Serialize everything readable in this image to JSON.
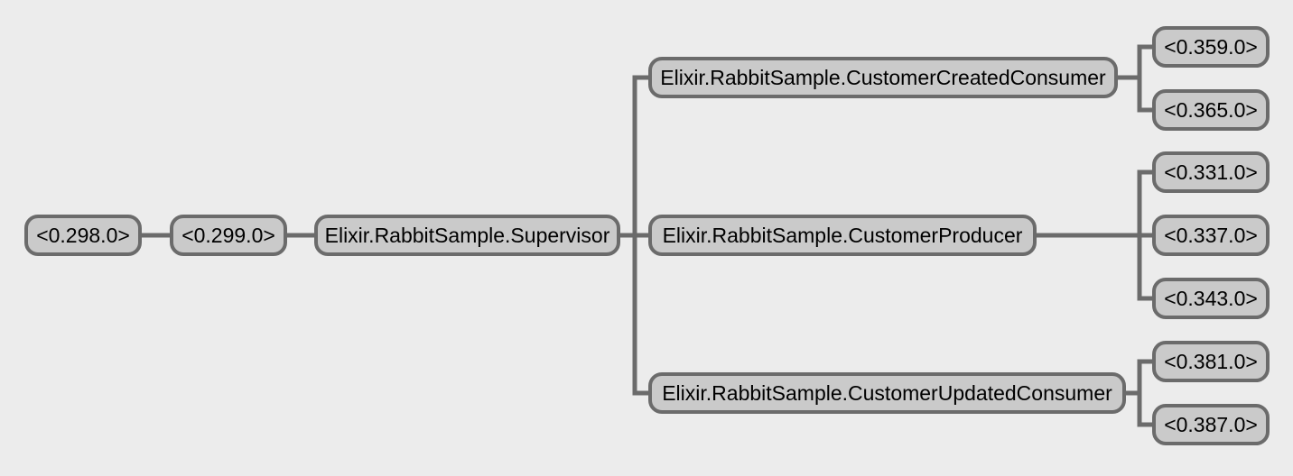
{
  "colors": {
    "background": "#ececec",
    "node_fill": "#cacaca",
    "node_border": "#6b6b6b",
    "connector": "#6b6b6b",
    "text": "#000000"
  },
  "tree": {
    "root_pid": {
      "label": "<0.298.0>"
    },
    "app_pid": {
      "label": "<0.299.0>"
    },
    "supervisor": {
      "label": "Elixir.RabbitSample.Supervisor"
    },
    "branches": [
      {
        "label": "Elixir.RabbitSample.CustomerCreatedConsumer",
        "pids": [
          "<0.359.0>",
          "<0.365.0>"
        ]
      },
      {
        "label": "Elixir.RabbitSample.CustomerProducer",
        "pids": [
          "<0.331.0>",
          "<0.337.0>",
          "<0.343.0>"
        ]
      },
      {
        "label": "Elixir.RabbitSample.CustomerUpdatedConsumer",
        "pids": [
          "<0.381.0>",
          "<0.387.0>"
        ]
      }
    ]
  }
}
